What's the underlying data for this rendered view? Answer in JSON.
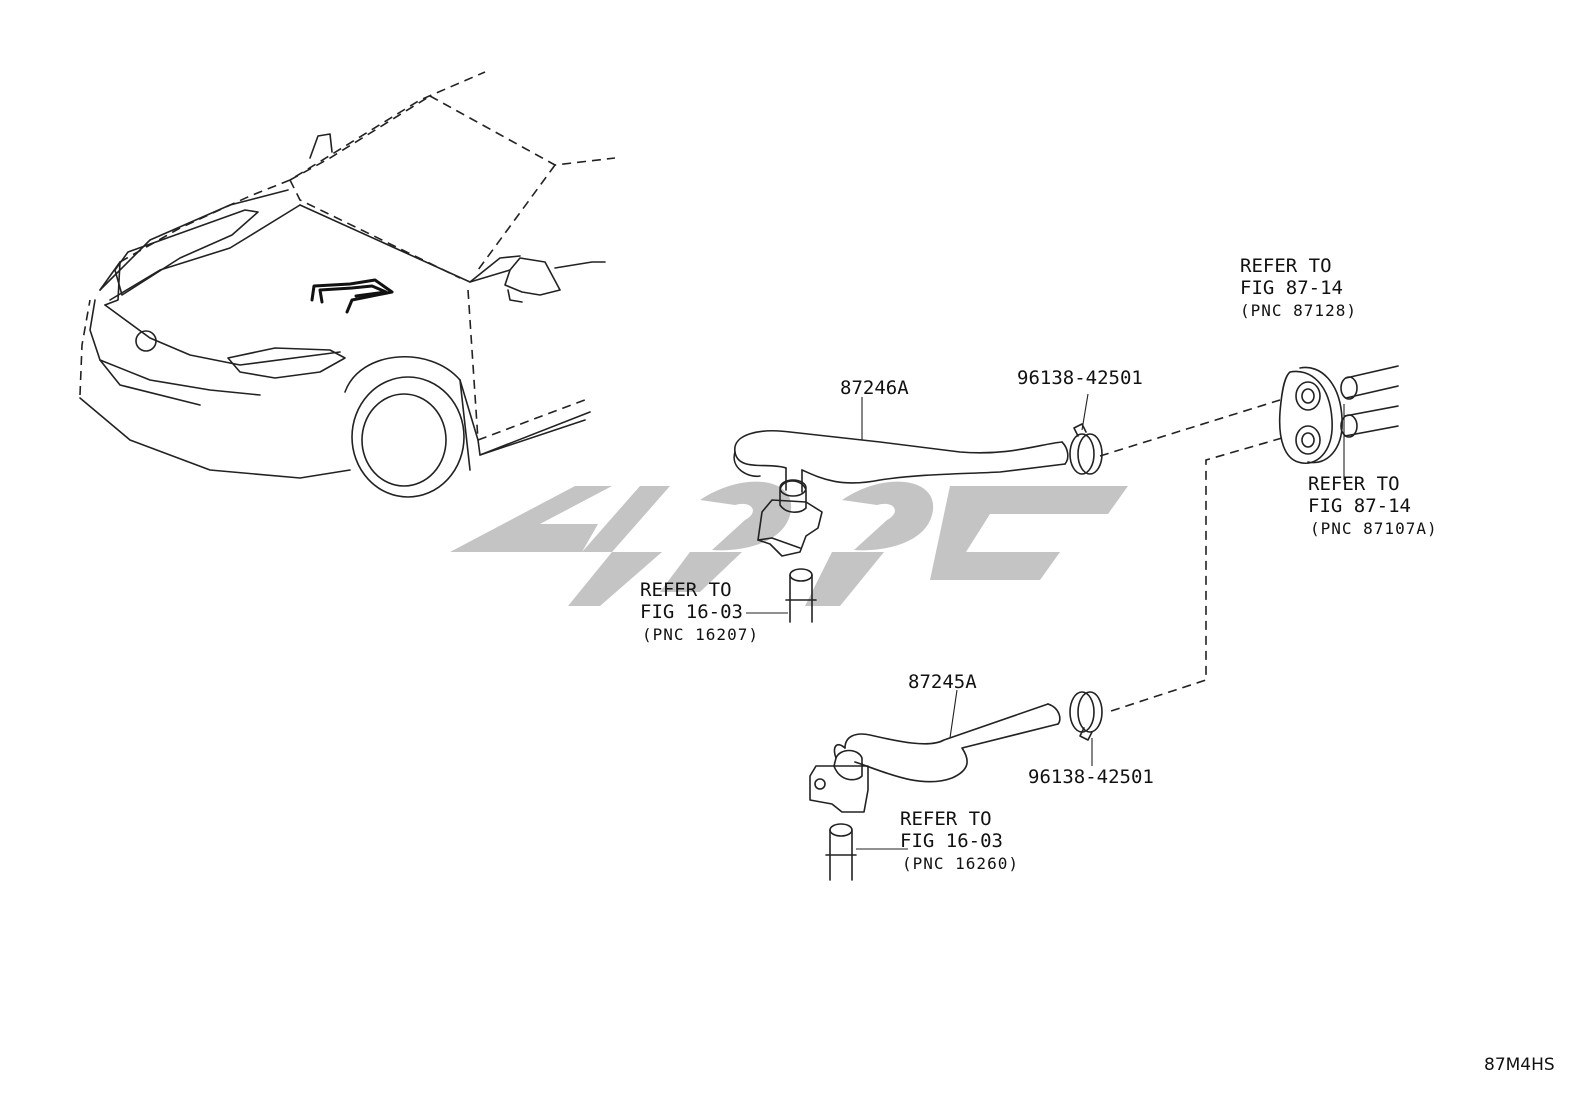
{
  "parts": {
    "hose_upper": "87246A",
    "hose_lower": "87245A",
    "clamp_upper": "96138-42501",
    "clamp_lower": "96138-42501"
  },
  "refs": {
    "grommet": {
      "l1": "REFER TO",
      "l2": "FIG 87-14",
      "l3": "(PNC 87128)"
    },
    "pipes": {
      "l1": "REFER TO",
      "l2": "FIG 87-14",
      "l3": "(PNC 87107A)"
    },
    "upper_nipple": {
      "l1": "REFER TO",
      "l2": "FIG 16-03",
      "l3": "(PNC 16207)"
    },
    "lower_nipple": {
      "l1": "REFER TO",
      "l2": "FIG 16-03",
      "l3": "(PNC 16260)"
    }
  },
  "figure_code": "87M4HS",
  "colors": {
    "watermark": "#c4c4c4",
    "line": "#222222"
  }
}
